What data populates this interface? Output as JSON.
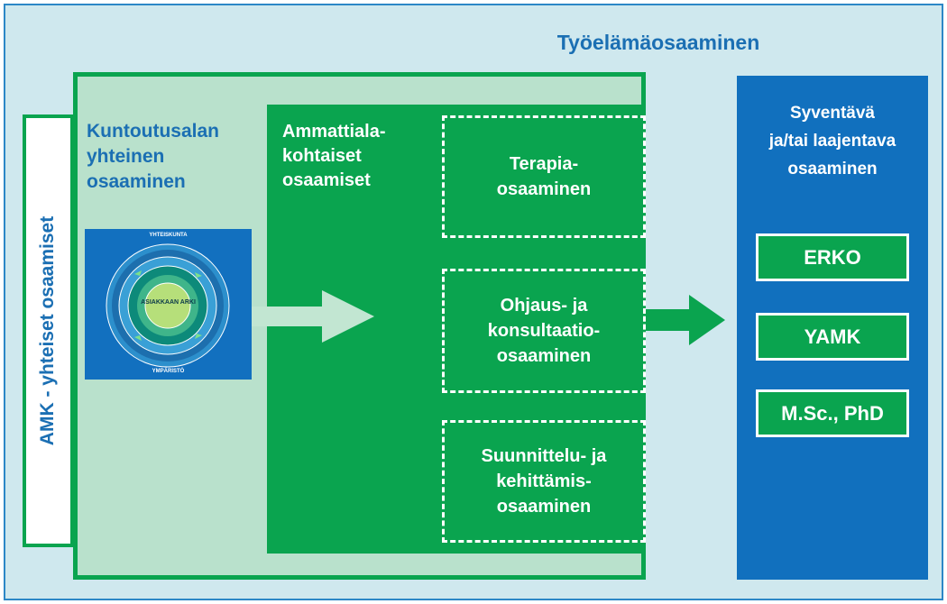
{
  "title": "Työelämäosaaminen",
  "amk": "AMK - yhteiset osaamiset",
  "kuntoutus": [
    "Kuntoutusalan",
    "yhteinen",
    "osaaminen"
  ],
  "ammatti": [
    "Ammattiala-",
    "kohtaiset",
    "osaamiset"
  ],
  "boxes": [
    [
      "Terapia-",
      "osaaminen"
    ],
    [
      "Ohjaus- ja",
      "konsultaatio-",
      "osaaminen"
    ],
    [
      "Suunnittelu- ja",
      "kehittämis-",
      "osaaminen"
    ]
  ],
  "syventava": [
    "Syventävä",
    "ja/tai laajentava",
    "osaaminen"
  ],
  "degrees": [
    "ERKO",
    "YAMK",
    "M.Sc., PhD"
  ],
  "wheel": {
    "top": "YHTEISKUNTA",
    "bottom": "YMPÄRISTÖ",
    "center": "ASIAKKAAN ARKI"
  },
  "colors": {
    "green": "#0aa44f",
    "blue": "#1170be",
    "light": "#cfe8ee"
  }
}
